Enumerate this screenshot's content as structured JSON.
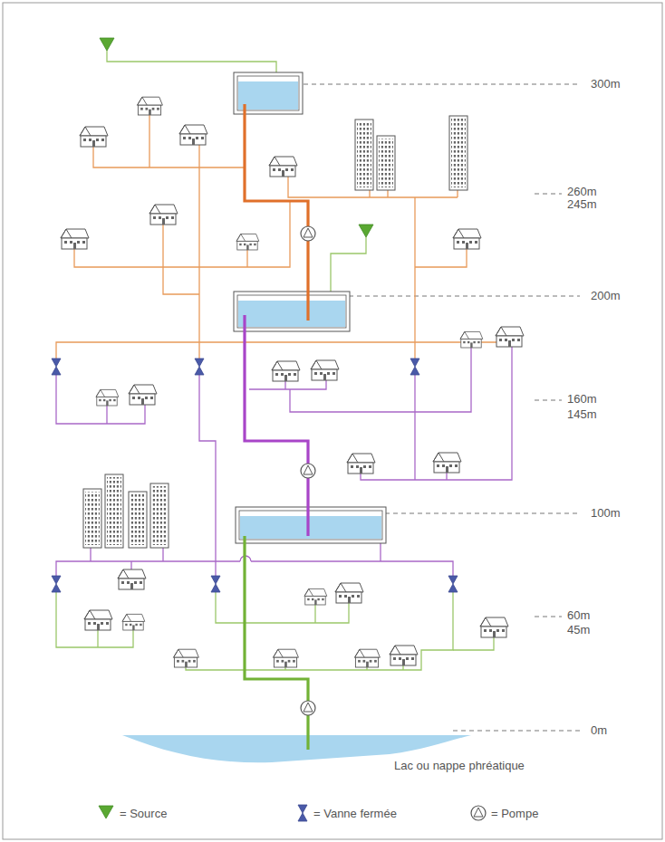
{
  "diagram": {
    "labels": [
      "300m",
      "260m",
      "245m",
      "200m",
      "160m",
      "145m",
      "100m",
      "60m",
      "45m",
      "0m",
      "Lac ou nappe phréatique"
    ],
    "legend": [
      {
        "text": "= Source"
      },
      {
        "text": "= Vanne fermée"
      },
      {
        "text": "= Pompe"
      }
    ]
  }
}
